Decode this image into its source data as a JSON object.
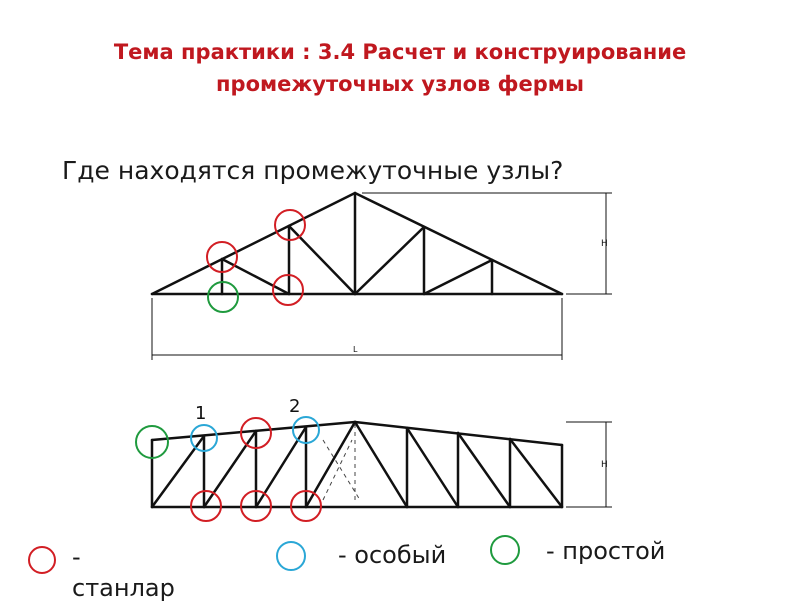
{
  "title_line1": "Тема практики : 3.4 Расчет и конструирование",
  "title_line2": "промежуточных узлов фермы",
  "question": "Где находятся промежуточные узлы?",
  "truss1": {
    "height_label": "H",
    "length_label": "L"
  },
  "truss2": {
    "height_label": "H",
    "node1_label": "1",
    "node2_label": "2"
  },
  "legend": {
    "standard": {
      "label": "- станлар",
      "color": "#d21e24"
    },
    "special": {
      "label": "- особый",
      "color": "#2aa7d6"
    },
    "simple": {
      "label": "- простой",
      "color": "#1f9a3e"
    }
  }
}
